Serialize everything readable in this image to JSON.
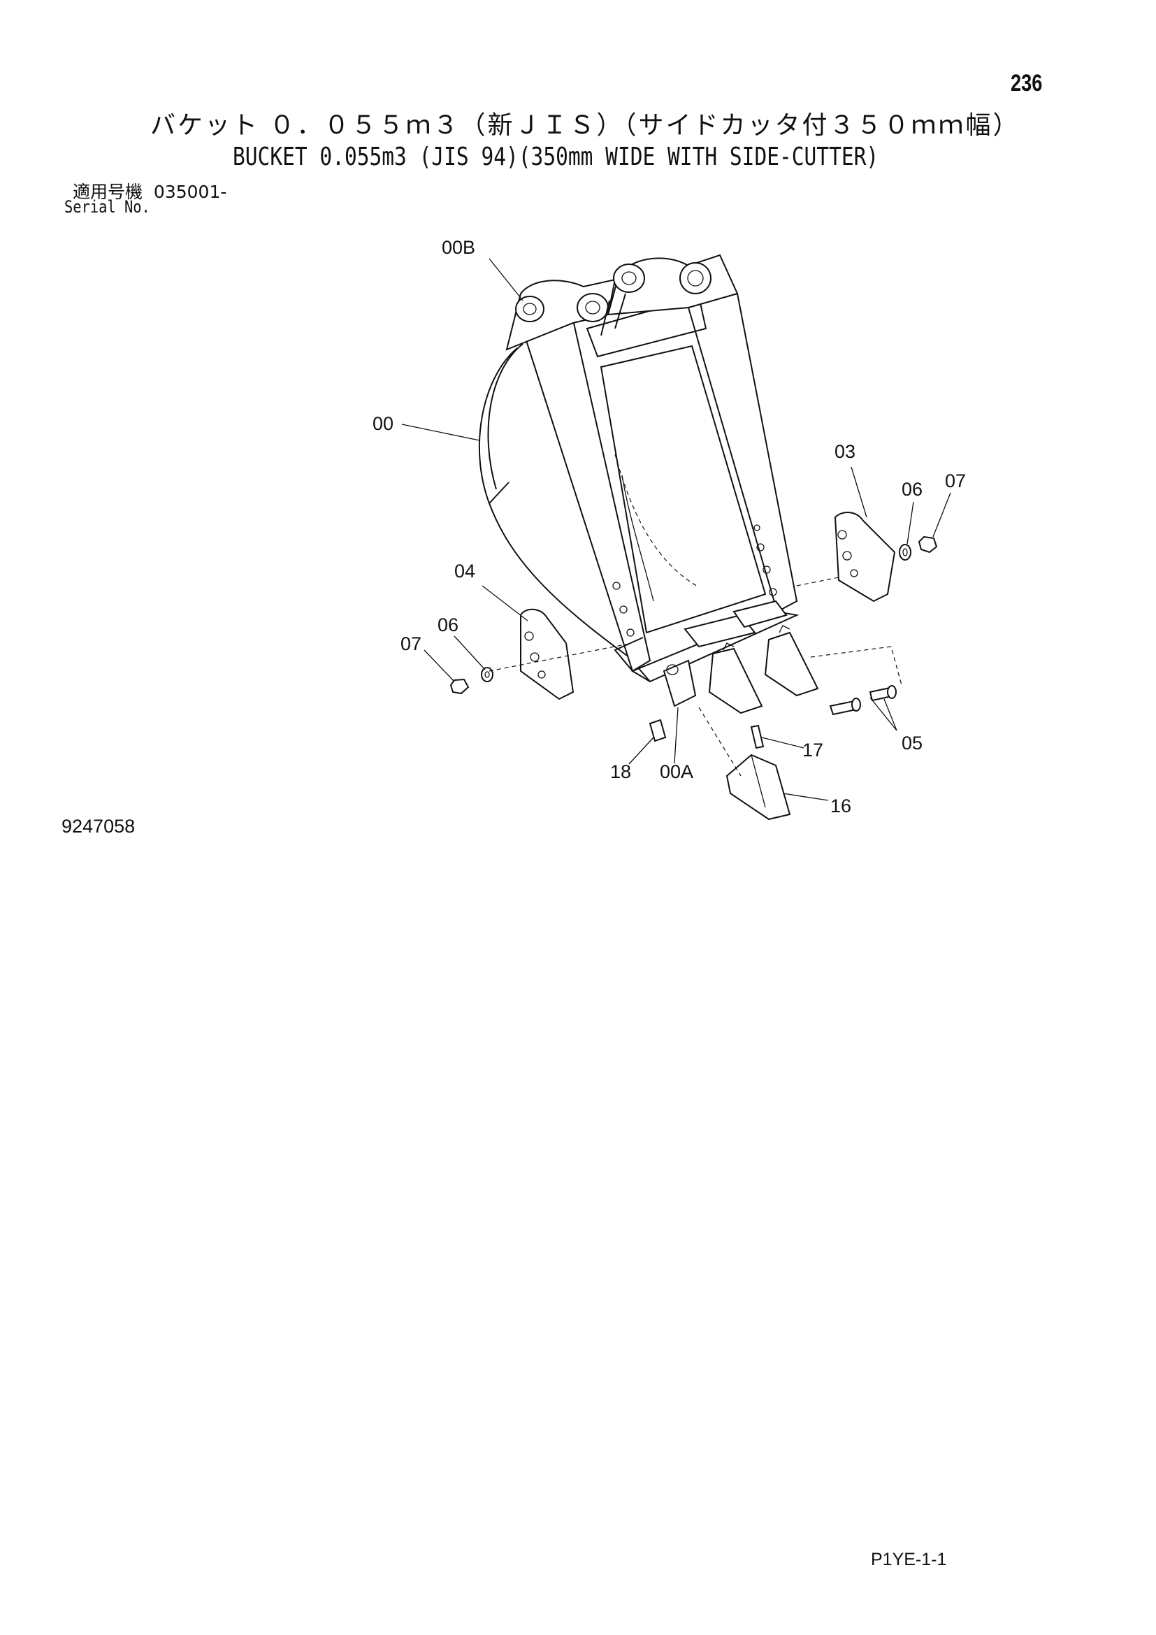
{
  "page_number": "236",
  "title_jp": "バケット ０．０５５ｍ３（新ＪＩＳ）（サイドカッタ付３５０ｍｍ幅）",
  "title_en": "BUCKET 0.055m3 (JIS 94)(350mm WIDE WITH SIDE-CUTTER)",
  "serial": {
    "label_jp": "適用号機",
    "number": "035001-",
    "label_en": "Serial No."
  },
  "callouts": {
    "c00B": "00B",
    "c00": "00",
    "c03": "03",
    "c06_right": "06",
    "c07_right": "07",
    "c04": "04",
    "c06_left": "06",
    "c07_left": "07",
    "c05": "05",
    "c17": "17",
    "c18": "18",
    "c00A": "00A",
    "c16": "16"
  },
  "drawing_number": "9247058",
  "footer_code": "P1YE-1-1"
}
